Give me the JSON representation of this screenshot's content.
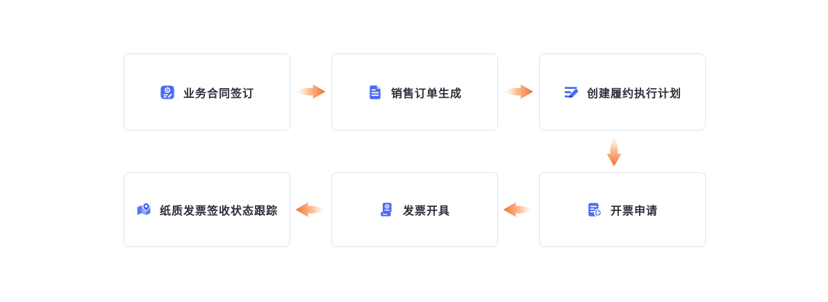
{
  "diagram": {
    "nodes": [
      {
        "label": "业务合同签订",
        "icon": "contract-sign-icon"
      },
      {
        "label": "销售订单生成",
        "icon": "sales-order-icon"
      },
      {
        "label": "创建履约执行计划",
        "icon": "plan-edit-icon"
      },
      {
        "label": "开票申请",
        "icon": "invoice-request-icon"
      },
      {
        "label": "发票开具",
        "icon": "invoice-issue-icon"
      },
      {
        "label": "纸质发票签收状态跟踪",
        "icon": "map-pin-icon"
      }
    ],
    "edges": [
      {
        "from": "业务合同签订",
        "to": "销售订单生成",
        "direction": "right"
      },
      {
        "from": "销售订单生成",
        "to": "创建履约执行计划",
        "direction": "right"
      },
      {
        "from": "创建履约执行计划",
        "to": "开票申请",
        "direction": "down"
      },
      {
        "from": "开票申请",
        "to": "发票开具",
        "direction": "left"
      },
      {
        "from": "发票开具",
        "to": "纸质发票签收状态跟踪",
        "direction": "left"
      }
    ],
    "colors": {
      "background": "#ffffff",
      "node_border": "#dbe3f8",
      "node_fill": "#ffffff",
      "label_text": "#2b2f38",
      "icon_blue": "#4d6bf4",
      "icon_blue_light": "#8ea6f9",
      "icon_blue_dark": "#2a3a8f",
      "arrow_head": "#f06e36",
      "arrow_tail": "#fdeedd"
    }
  }
}
